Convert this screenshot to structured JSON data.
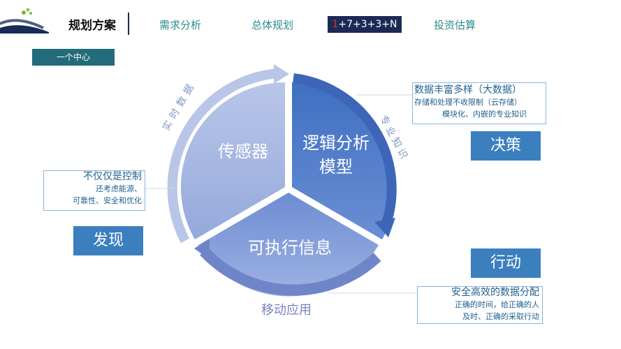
{
  "header": {
    "title": "规划方案",
    "nav": [
      "需求分析",
      "总体规划",
      "投资估算"
    ],
    "active_nav": {
      "highlight": "1",
      "rest": "+7+3+3+N"
    }
  },
  "section_tag": "一个中心",
  "cycle": {
    "segments": {
      "sensor": "传感器",
      "logic": "逻辑分析模型",
      "exec": "可执行信息"
    },
    "arrows": {
      "realtime_data": "实时数据",
      "professional_knowledge": "专业知识",
      "mobile_app": "移动应用"
    }
  },
  "boxes": {
    "decision": {
      "lines": [
        "数据丰富多样（大数据）",
        "存储和处理不收限制（云存储）",
        "模块化、内嵌的专业知识"
      ],
      "button": "决策"
    },
    "discover": {
      "lines": [
        "不仅仅是控制",
        "还考虑能源、",
        "可靠性、安全和优化"
      ],
      "button": "发现"
    },
    "action": {
      "lines": [
        "安全高效的数据分配",
        "正确的时间，给正确的人",
        "及时、正确的采取行动"
      ],
      "button": "行动"
    }
  },
  "colors": {
    "navy": "#1a2a55",
    "teal": "#236b7a",
    "nav_text": "#2e8b8a",
    "blue_button": "#3b7fbf",
    "sensor_fill": "#9fb3df",
    "logic_fill": "#4a78c8",
    "exec_fill": "#7f9bd8"
  }
}
